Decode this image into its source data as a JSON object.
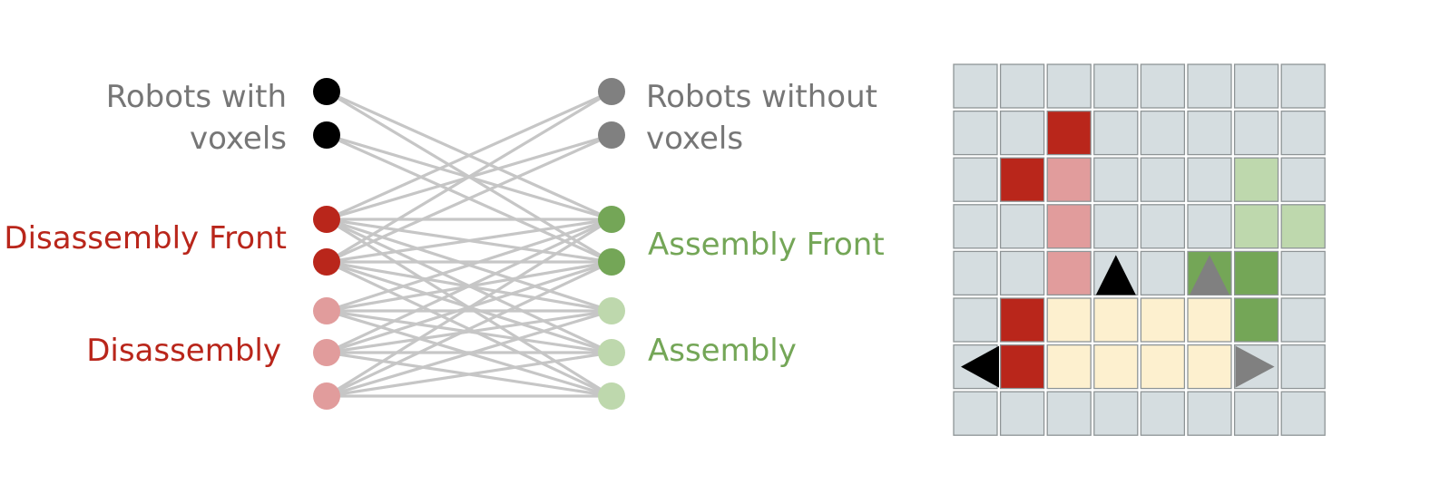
{
  "labels": {
    "robots_with_voxels": [
      "Robots with",
      "voxels"
    ],
    "robots_without_voxels": [
      "Robots without",
      "voxels"
    ],
    "disassembly_front": "Disassembly Front",
    "disassembly": "Disassembly",
    "assembly_front": "Assembly Front",
    "assembly": "Assembly"
  },
  "colors": {
    "robot_with_voxels": "#000000",
    "robot_without_voxels": "#808080",
    "disassembly_front": "#b9261b",
    "disassembly": "#e19c9c",
    "assembly_front": "#74a657",
    "assembly": "#bed8ad",
    "structure": "#fdf0cf",
    "empty_cell": "#d5dde0",
    "edge": "#c6c6c6"
  },
  "graph": {
    "left_nodes": [
      "robot_with_voxels",
      "robot_with_voxels",
      "disassembly_front",
      "disassembly_front",
      "disassembly",
      "disassembly",
      "disassembly"
    ],
    "right_nodes": [
      "robot_without_voxels",
      "robot_without_voxels",
      "assembly_front",
      "assembly_front",
      "assembly",
      "assembly",
      "assembly"
    ],
    "edges": [
      [
        0,
        2
      ],
      [
        0,
        3
      ],
      [
        1,
        2
      ],
      [
        1,
        3
      ],
      [
        2,
        0
      ],
      [
        3,
        0
      ],
      [
        2,
        1
      ],
      [
        3,
        1
      ],
      [
        2,
        2
      ],
      [
        2,
        3
      ],
      [
        2,
        4
      ],
      [
        2,
        5
      ],
      [
        2,
        6
      ],
      [
        3,
        2
      ],
      [
        3,
        3
      ],
      [
        3,
        4
      ],
      [
        3,
        5
      ],
      [
        3,
        6
      ],
      [
        4,
        2
      ],
      [
        4,
        3
      ],
      [
        4,
        4
      ],
      [
        4,
        5
      ],
      [
        4,
        6
      ],
      [
        5,
        2
      ],
      [
        5,
        3
      ],
      [
        5,
        4
      ],
      [
        5,
        5
      ],
      [
        5,
        6
      ],
      [
        6,
        2
      ],
      [
        6,
        3
      ],
      [
        6,
        4
      ],
      [
        6,
        5
      ],
      [
        6,
        6
      ]
    ]
  },
  "grid": {
    "cols": 8,
    "rows": 8,
    "cells": [
      "........",
      "..F.....",
      ".FD...a.",
      "..D...aa",
      "..D..AA.",
      ".FSSSSA.",
      ".FSSSS..",
      "........"
    ],
    "legend": {
      ".": "empty_cell",
      "F": "disassembly_front",
      "D": "disassembly",
      "A": "assembly_front",
      "a": "assembly",
      "S": "structure"
    },
    "robots": [
      {
        "type": "robot_with_voxels",
        "row": 4,
        "col": 3,
        "dir": "up"
      },
      {
        "type": "robot_without_voxels",
        "row": 4,
        "col": 5,
        "dir": "up"
      },
      {
        "type": "robot_with_voxels",
        "row": 6,
        "col": 0,
        "dir": "left"
      },
      {
        "type": "robot_without_voxels",
        "row": 6,
        "col": 6,
        "dir": "right"
      }
    ]
  }
}
